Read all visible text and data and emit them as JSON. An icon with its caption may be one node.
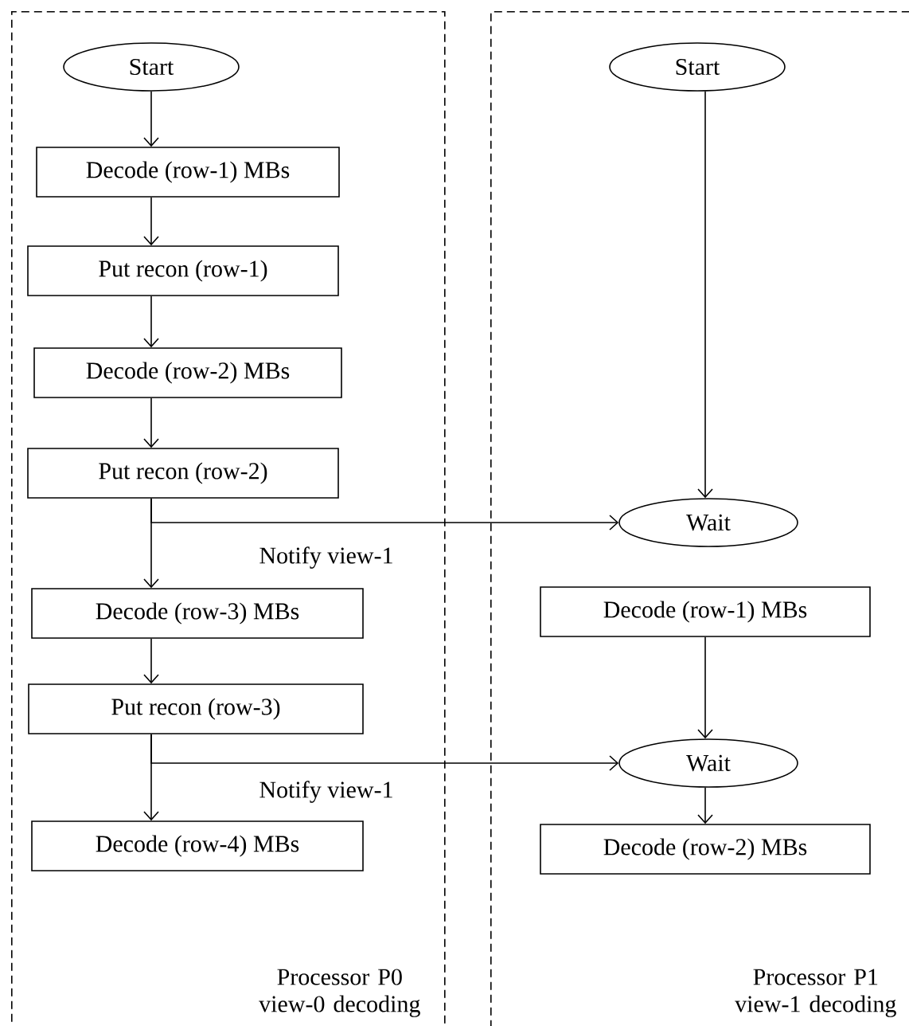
{
  "diagram": {
    "nodes": [
      {
        "text": [
          "Processor P0 view-0 decoding"
        ]
      },
      {
        "text": [
          "Start"
        ],
        "in": 0
      },
      {
        "text": [
          "Decode (row-1) MBs"
        ],
        "in": 0
      },
      {
        "text": [
          "Put recon (row-1)"
        ],
        "in": 0
      },
      {
        "text": [
          "Decode (row-2) MBs"
        ],
        "in": 0
      },
      {
        "text": [
          "Put recon (row-2)"
        ],
        "in": 0
      },
      {
        "text": [
          "Decode (row-3) MBs"
        ],
        "in": 0
      },
      {
        "text": [
          "Put recon (row-3)"
        ],
        "in": 0
      },
      {
        "text": [
          "Decode (row-4) MBs"
        ],
        "in": 0
      },
      {
        "text": [
          "Processor P1 view-1 decoding"
        ]
      },
      {
        "text": [
          "Start"
        ],
        "in": 9
      },
      {
        "text": [
          "Wait"
        ],
        "in": 9
      },
      {
        "text": [
          "Decode (row-1) MBs"
        ],
        "in": 9
      },
      {
        "text": [
          "Wait"
        ],
        "in": 9
      },
      {
        "text": [
          "Decode (row-2) MBs"
        ],
        "in": 9
      }
    ],
    "edges": [
      {
        "from": 1,
        "to": 2,
        "arrow": "to"
      },
      {
        "from": 2,
        "to": 3,
        "arrow": "to"
      },
      {
        "from": 3,
        "to": 4,
        "arrow": "to"
      },
      {
        "from": 4,
        "to": 5,
        "arrow": "to"
      },
      {
        "from": 5,
        "to": 6,
        "arrow": "to"
      },
      {
        "from": 6,
        "to": 7,
        "arrow": "to"
      },
      {
        "from": 7,
        "to": 8,
        "arrow": "to"
      },
      {
        "from": 5,
        "to": 11,
        "arrow": "to",
        "label": "Notify view-1"
      },
      {
        "from": 7,
        "to": 13,
        "arrow": "to",
        "label": "Notify view-1"
      },
      {
        "from": 10,
        "to": 11,
        "arrow": "to"
      },
      {
        "from": 12,
        "to": 13,
        "arrow": "to"
      },
      {
        "from": 13,
        "to": 14,
        "arrow": "to"
      }
    ]
  }
}
